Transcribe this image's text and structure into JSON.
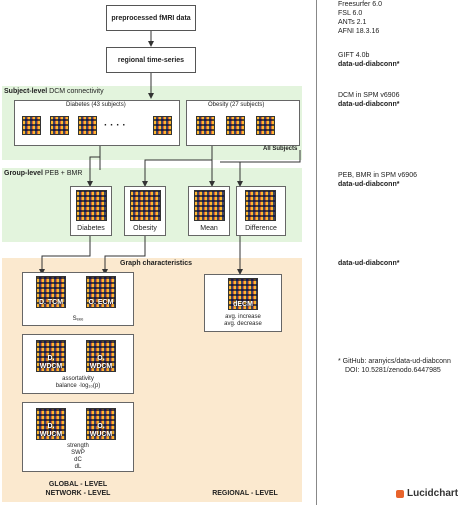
{
  "flow": {
    "preprocessed": "preprocessed fMRI data",
    "timeseries": "regional time-series"
  },
  "subject_level": {
    "title_bold": "Subject-level",
    "title_rest": " DCM connectivity",
    "diabetes": "Diabetes (43 subjects)",
    "obesity": "Obesity (27 subjects)",
    "dots": "·   ·   ·   ·",
    "all_subjects": "All Subjects"
  },
  "group_level": {
    "title_bold": "Group-level",
    "title_rest": " PEB + BMR",
    "items": [
      "Diabetes",
      "Obesity",
      "Mean",
      "Difference"
    ]
  },
  "graph": {
    "title": "Graph characteristics",
    "tcm": [
      "D. TCM",
      "O. ECM"
    ],
    "s_deg": "Sₑₑₑ",
    "wdcm": [
      "D. WDCM",
      "O. WDCM"
    ],
    "wdcm_text": [
      "assortativity",
      "balance ·log₁₀(p)"
    ],
    "wucm": [
      "D. WUCM",
      "O. WUCM"
    ],
    "wucm_text": [
      "strength",
      "SWP",
      "dC",
      "dL"
    ],
    "decm": "dECM",
    "decm_text": [
      "avg. increase",
      "avg. decrease"
    ],
    "global_label": [
      "GLOBAL - LEVEL",
      "NETWORK - LEVEL"
    ],
    "regional_label": "REGIONAL - LEVEL"
  },
  "right": {
    "tools1": [
      "Freesurfer 6.0",
      "FSL 6.0",
      "ANTs 2.1",
      "AFNI  18.3.16"
    ],
    "gift": "GIFT 4.0b",
    "repo": "data-ud-diabconn*",
    "dcm": "DCM in SPM v6906",
    "peb": "PEB, BMR in SPM v6906",
    "github": "* GitHub: aranyics/data-ud-diabconn",
    "doi": "DOI: 10.5281/zenodo.6447985"
  },
  "brand": "Lucidchart",
  "colors": {
    "green_band": "#e3f4dd",
    "peach_band": "#fbe9cf",
    "brand": "#e8632b"
  }
}
